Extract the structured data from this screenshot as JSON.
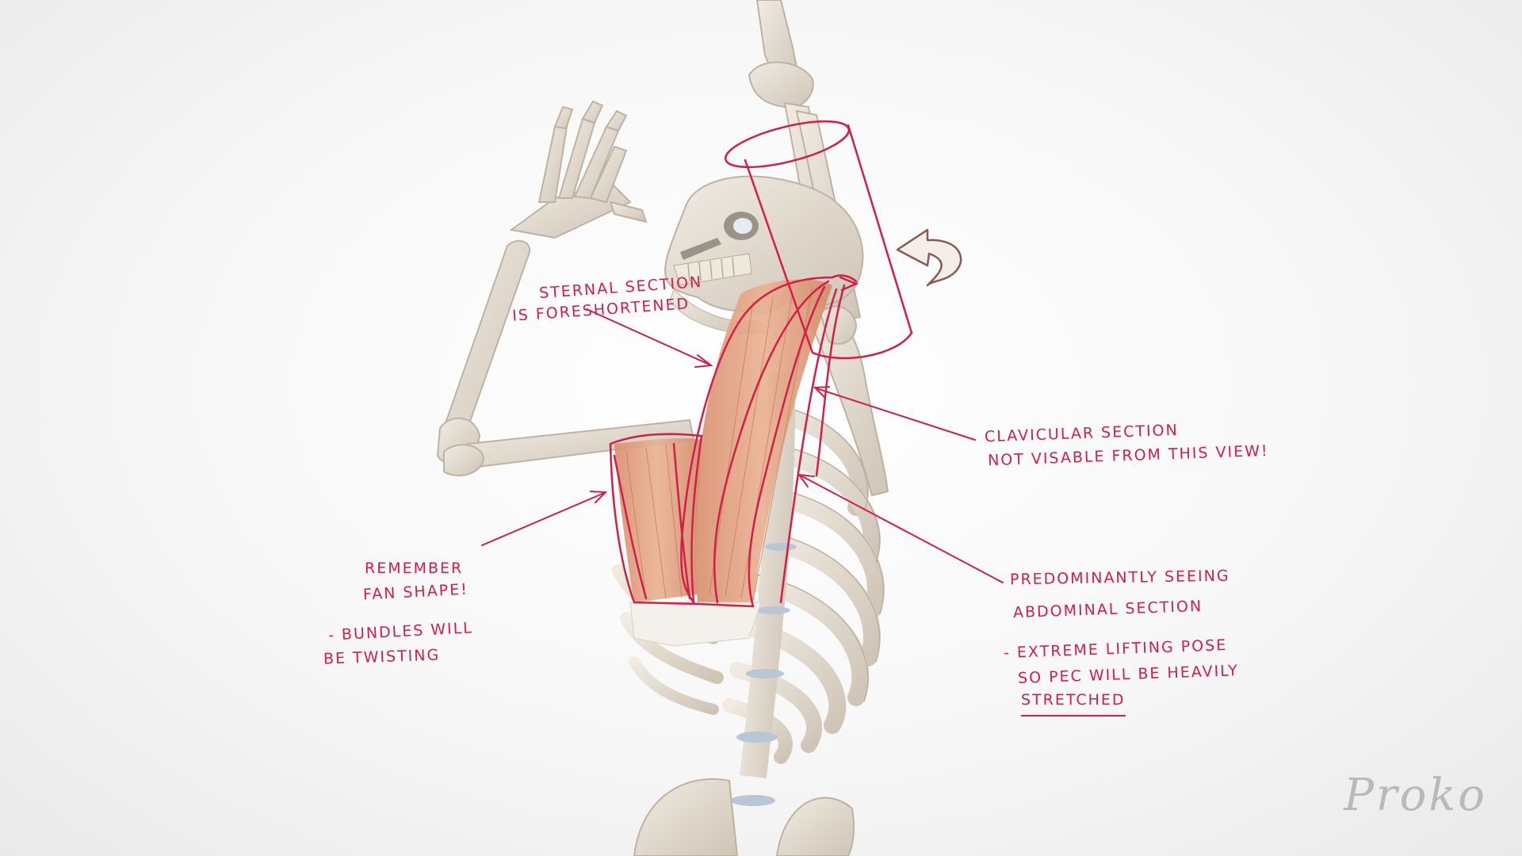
{
  "annotations": {
    "sternal": [
      "Sternal section",
      "is foreshortened"
    ],
    "clavicular": [
      "Clavicular section",
      "not visable from this view!"
    ],
    "fan": [
      "Remember",
      "fan shape!"
    ],
    "bundles": [
      "- Bundles will",
      "be twisting"
    ],
    "abdominal": [
      "Predominantly seeing",
      "abdominal section"
    ],
    "lifting": [
      "- Extreme lifting pose",
      "so pec will be heavily"
    ],
    "stretched": "stretched"
  },
  "brand": {
    "logo": "Proko"
  },
  "colors": {
    "annotation": "#d21f47",
    "bone": "#e8e0d4",
    "bone_shadow": "#c9bfb1",
    "muscle": "#e2a07f",
    "disc": "#b8c6d6",
    "arrow": "#8a5a52",
    "background": "#f5f5f5"
  }
}
